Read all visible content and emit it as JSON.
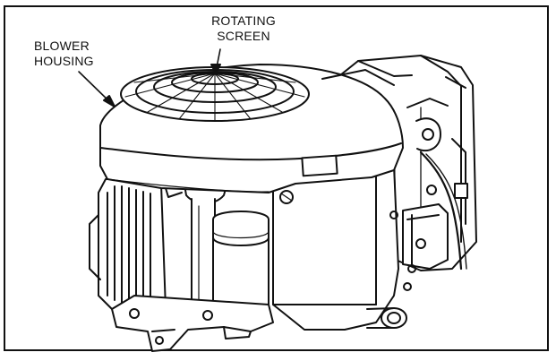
{
  "figure": {
    "callouts": {
      "rotating_screen": "ROTATING\nSCREEN",
      "blower_housing": "BLOWER\nHOUSING"
    }
  },
  "colors": {
    "ink": "#111111",
    "paper": "#ffffff",
    "shade": "#cfcfcf"
  },
  "icons": {
    "engine": "engine-line-drawing"
  }
}
